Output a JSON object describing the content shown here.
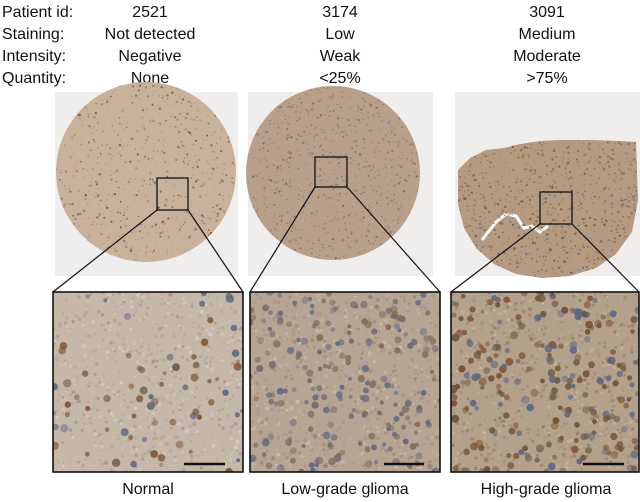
{
  "labels": {
    "patient_id": "Patient id:",
    "staining": "Staining:",
    "intensity": "Intensity:",
    "quantity": "Quantity:"
  },
  "samples": [
    {
      "patient_id": "2521",
      "staining": "Not detected",
      "intensity": "Negative",
      "quantity": "None",
      "caption": "Normal"
    },
    {
      "patient_id": "3174",
      "staining": "Low",
      "intensity": "Weak",
      "quantity": "<25%",
      "caption": "Low-grade glioma"
    },
    {
      "patient_id": "3091",
      "staining": "Medium",
      "intensity": "Moderate",
      "quantity": ">75%",
      "caption": "High-grade glioma"
    }
  ],
  "colors": {
    "tissue_light": "#cdb9a6",
    "tissue_mid": "#b59c84",
    "stain_brown": "#7a4d2c",
    "nucleus_blue": "#5c6783",
    "panel_bg": "#f1efed"
  }
}
